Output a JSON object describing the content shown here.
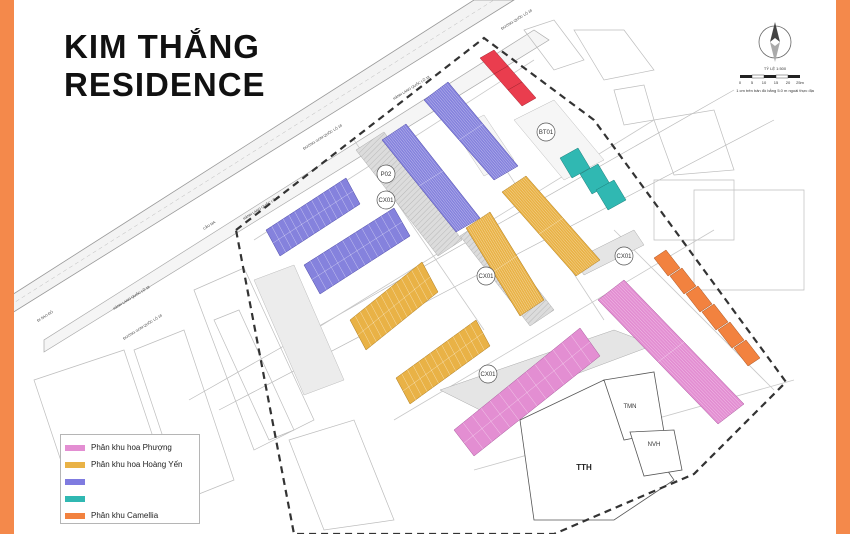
{
  "title": {
    "line1": "KIM THẮNG",
    "line2": "RESIDENCE"
  },
  "legend": [
    {
      "label": "Phân khu hoa Phượng",
      "color": "#e38ed2"
    },
    {
      "label": "Phân khu hoa Hoàng Yến",
      "color": "#e9b246"
    },
    {
      "label": "",
      "color": "#7f7be0"
    },
    {
      "label": "",
      "color": "#30b8b2"
    },
    {
      "label": "Phân khu Camellia",
      "color": "#f2823f"
    }
  ],
  "zones": {
    "p02": "P02",
    "cx01": "CX01",
    "bt01": "BT01",
    "tth": "TTH",
    "tmn": "TMN",
    "nvh": "NVH"
  },
  "roads": {
    "hanh_lang": "HÀNH LANG QUỐC LỘ 18",
    "duong_quoc_lo": "ĐƯỜNG QUỐC LỘ 18",
    "duong_gom": "ĐƯỜNG GOM QUỐC LỘ 18",
    "cau_ma": "CẦU MA",
    "di_sao_do": "ĐI SAO ĐỎ"
  },
  "scale": {
    "label": "TỶ LỆ 1:500",
    "ticks": [
      "0",
      "5",
      "10",
      "15",
      "20",
      "25m"
    ],
    "note": "1 cm trên bản đồ bằng 5.0 m ngoài thực địa"
  },
  "colors": {
    "purple": "#7f7be0",
    "yellow": "#e9b246",
    "pink": "#e38ed2",
    "teal": "#30b8b2",
    "red": "#ea3d4e",
    "orange": "#f2823f"
  }
}
